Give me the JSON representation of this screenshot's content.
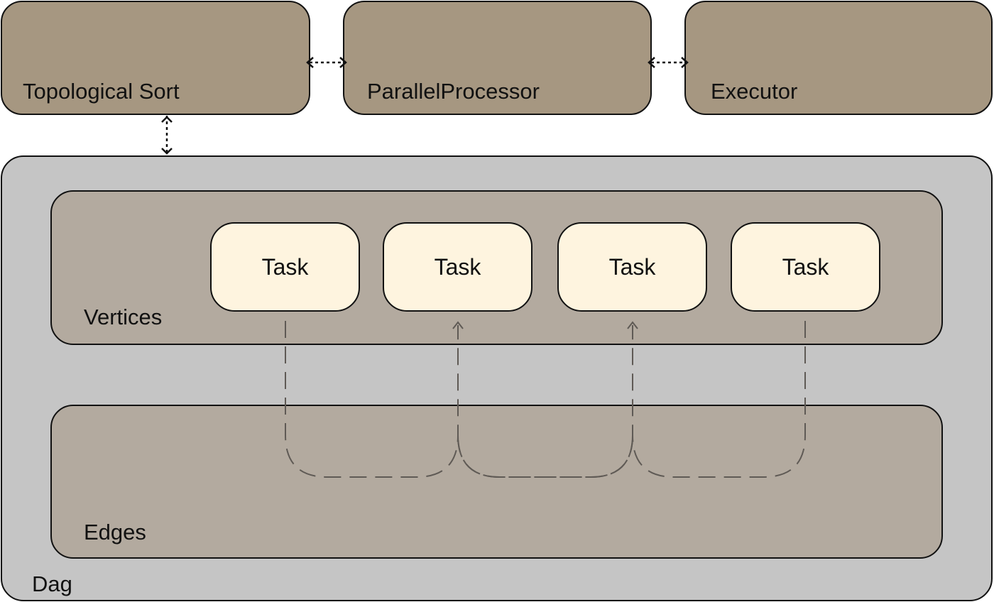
{
  "colors": {
    "component_fill": "#a69781",
    "container_fill": "#c5c5c5",
    "section_fill": "#b3aa9f",
    "task_fill": "#fef4df",
    "connector_stroke": "#5f5a55",
    "border": "#111111"
  },
  "components": {
    "topological_sort": "Topological Sort",
    "parallel_processor": "ParallelProcessor",
    "executor": "Executor"
  },
  "dag": {
    "label": "Dag",
    "vertices": {
      "label": "Vertices",
      "tasks": [
        "Task",
        "Task",
        "Task",
        "Task"
      ]
    },
    "edges": {
      "label": "Edges"
    }
  }
}
